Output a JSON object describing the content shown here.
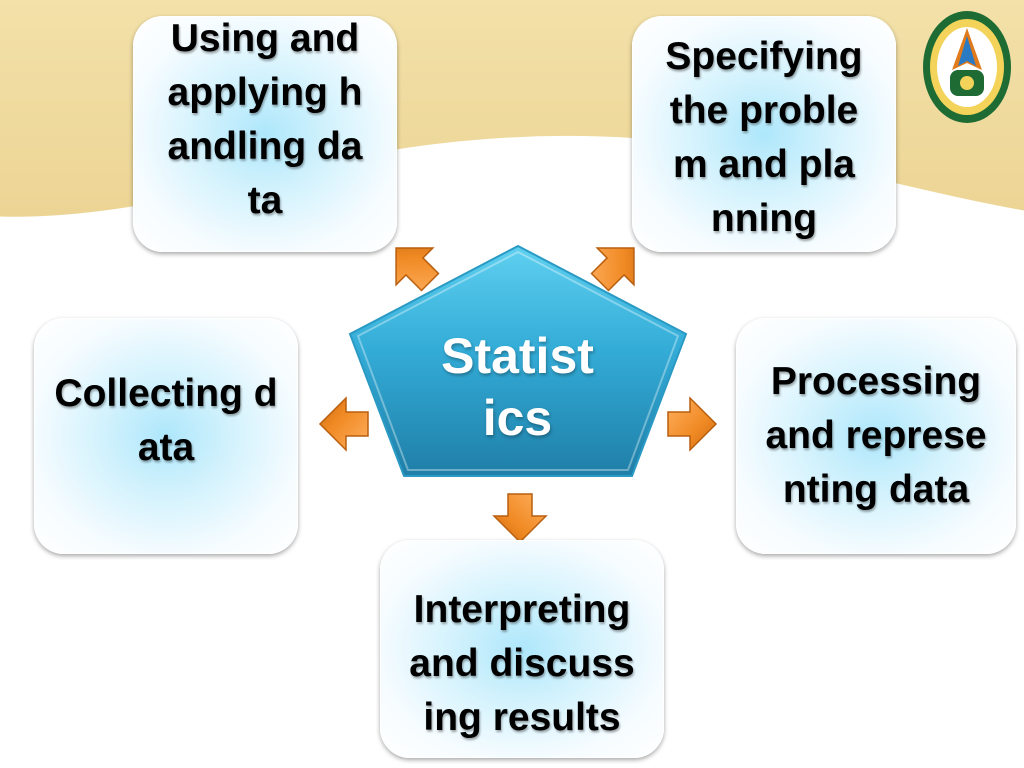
{
  "center": {
    "label": "Statistics",
    "label_display": "Statist\nics"
  },
  "boxes": {
    "using": "Using and applying handling data",
    "specifying": "Specifying the problem and planning",
    "collecting": "Collecting data",
    "processing": "Processing and representing data",
    "interpreting": "Interpreting and discussing results"
  },
  "colors": {
    "header_band": "#f0dca0",
    "box_glow": "#aee7fb",
    "pentagon": "#3bb0d8",
    "arrow": "#f08a24"
  },
  "icons": {
    "logo": "university-seal-icon"
  }
}
